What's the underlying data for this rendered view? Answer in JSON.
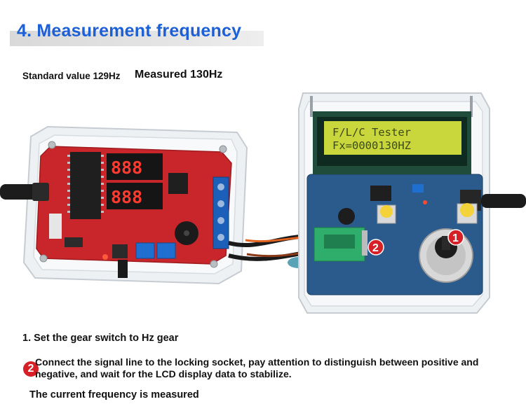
{
  "header": {
    "title": "4. Measurement frequency",
    "standard_value": "Standard value 129Hz",
    "measured_value": "Measured 130Hz"
  },
  "photo": {
    "generator_display_top": "888",
    "generator_display_bottom": "888",
    "lcd_line_1": "F/L/C Tester",
    "lcd_line_2": "Fx=0000130HZ",
    "marker_1": "1",
    "marker_2": "2"
  },
  "steps": {
    "step_1": "1. Set the gear switch to Hz gear",
    "step_2_marker": "2",
    "step_2": "Connect the signal line to the locking socket, pay attention to distinguish between positive and negative, and wait for the LCD display data to stabilize.",
    "step_3": "The current frequency is measured"
  },
  "colors": {
    "title_blue": "#1d5fd6",
    "marker_red": "#d61f26",
    "pcb_red": "#c8262a",
    "pcb_blue": "#2a5b8c",
    "lcd_green": "#c9d63c"
  }
}
